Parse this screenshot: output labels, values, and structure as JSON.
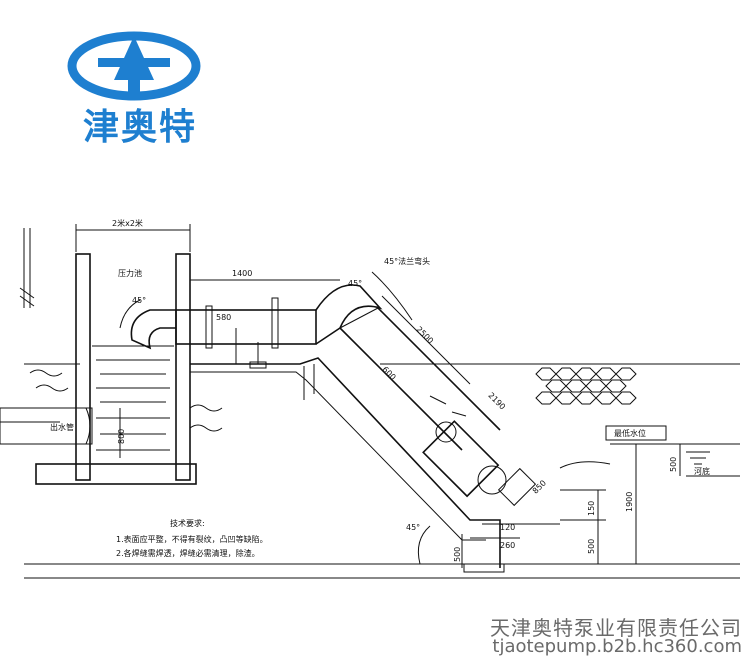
{
  "brand": {
    "name": "津奥特",
    "color": "#1e7fd0"
  },
  "footer": {
    "company": "天津奥特泵业有限责任公司",
    "website": "tjaotepump.b2b.hc360.com"
  },
  "drawing": {
    "pool_size": "2米x2米",
    "pool_label": "压力池",
    "outlet_label": "出水管",
    "angle_45": "45°",
    "elbow_label": "45°法兰弯头",
    "low_water_label": "最低水位",
    "river_bed_label": "河底",
    "dimensions": {
      "d1400": "1400",
      "d580": "580",
      "d2500": "2500",
      "d600": "600",
      "d2190": "2190",
      "d800": "800",
      "d850": "850",
      "d150": "150",
      "d120": "120",
      "d500a": "500",
      "d500b": "500",
      "d260": "260",
      "d1900": "1900",
      "d500c": "500"
    },
    "notes": {
      "title": "技术要求:",
      "line1": "1.表面应平整，不得有裂纹，凸凹等缺陷。",
      "line2": "2.各焊缝需焊透，焊缝必需清理，除渣。"
    }
  }
}
